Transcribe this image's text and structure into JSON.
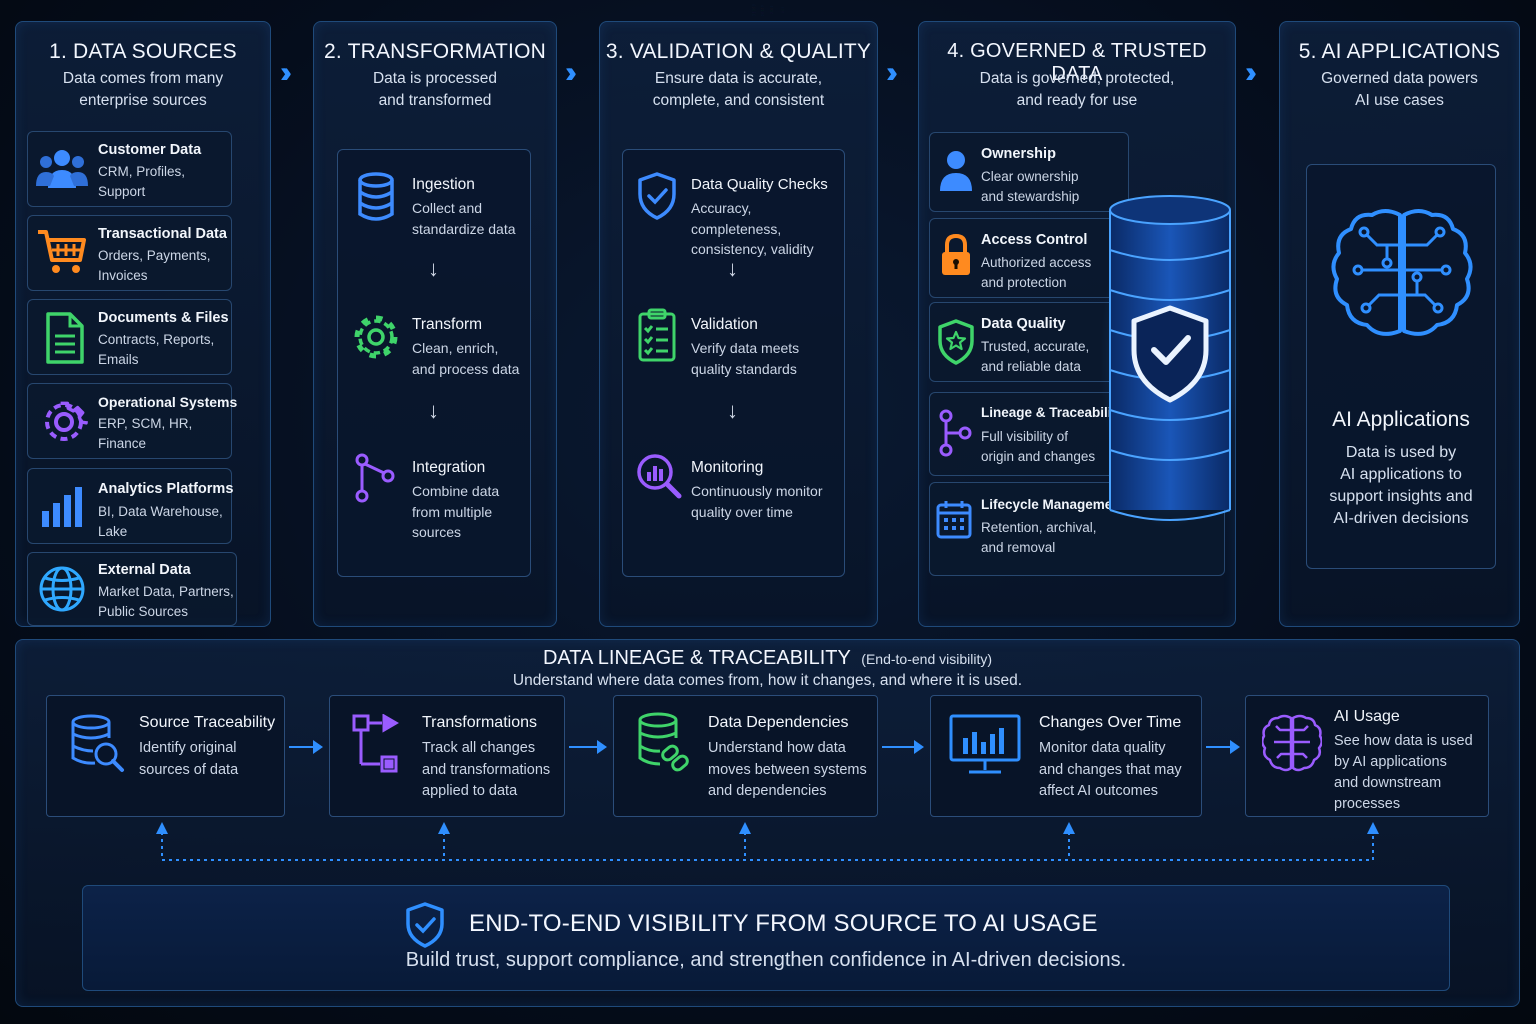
{
  "stages": [
    {
      "title": "1. DATA SOURCES",
      "subtitle_l1": "Data comes from many",
      "subtitle_l2": "enterprise sources"
    },
    {
      "title": "2. TRANSFORMATION",
      "subtitle_l1": "Data is processed",
      "subtitle_l2": "and transformed"
    },
    {
      "title": "3. VALIDATION & QUALITY",
      "subtitle_l1": "Ensure data is accurate,",
      "subtitle_l2": "complete, and consistent"
    },
    {
      "title": "4. GOVERNED & TRUSTED DATA",
      "subtitle_l1": "Data is governed, protected,",
      "subtitle_l2": "and ready for use"
    },
    {
      "title": "5. AI APPLICATIONS",
      "subtitle_l1": "Governed data powers",
      "subtitle_l2": "AI use cases"
    }
  ],
  "sources": [
    {
      "title": "Customer Data",
      "desc_l1": "CRM, Profiles,",
      "desc_l2": "Support",
      "icon": "users-icon",
      "color": "#3d8bff"
    },
    {
      "title": "Transactional Data",
      "desc_l1": "Orders, Payments,",
      "desc_l2": "Invoices",
      "icon": "cart-icon",
      "color": "#ff8a1f"
    },
    {
      "title": "Documents & Files",
      "desc_l1": "Contracts, Reports,",
      "desc_l2": "Emails",
      "icon": "document-icon",
      "color": "#3fd46a"
    },
    {
      "title": "Operational Systems",
      "desc_l1": "ERP, SCM, HR,",
      "desc_l2": "Finance",
      "icon": "gear-icon",
      "color": "#9a5cff"
    },
    {
      "title": "Analytics Platforms",
      "desc_l1": "BI, Data Warehouse,",
      "desc_l2": "Lake",
      "icon": "bar-chart-icon",
      "color": "#3d8bff"
    },
    {
      "title": "External Data",
      "desc_l1": "Market Data, Partners,",
      "desc_l2": "Public Sources",
      "icon": "globe-icon",
      "color": "#2fa8ff"
    }
  ],
  "transformation": [
    {
      "title": "Ingestion",
      "desc_l1": "Collect and",
      "desc_l2": "standardize data",
      "desc_l3": "",
      "icon": "database-icon"
    },
    {
      "title": "Transform",
      "desc_l1": "Clean, enrich,",
      "desc_l2": "and process data",
      "desc_l3": "",
      "icon": "gear-icon"
    },
    {
      "title": "Integration",
      "desc_l1": "Combine data",
      "desc_l2": "from multiple",
      "desc_l3": "sources",
      "icon": "merge-icon"
    }
  ],
  "validation": [
    {
      "title": "Data Quality Checks",
      "desc_l1": "Accuracy, completeness,",
      "desc_l2": "consistency, validity",
      "icon": "shield-check-icon"
    },
    {
      "title": "Validation",
      "desc_l1": "Verify data meets",
      "desc_l2": "quality standards",
      "icon": "checklist-icon"
    },
    {
      "title": "Monitoring",
      "desc_l1": "Continuously monitor",
      "desc_l2": "quality over time",
      "icon": "magnifier-chart-icon"
    }
  ],
  "governed": [
    {
      "title": "Ownership",
      "desc_l1": "Clear ownership",
      "desc_l2": "and stewardship",
      "icon": "person-icon"
    },
    {
      "title": "Access Control",
      "desc_l1": "Authorized access",
      "desc_l2": "and protection",
      "icon": "lock-icon"
    },
    {
      "title": "Data Quality",
      "desc_l1": "Trusted, accurate,",
      "desc_l2": "and reliable data",
      "icon": "badge-star-icon"
    },
    {
      "title": "Lineage & Traceability",
      "desc_l1": "Full visibility of",
      "desc_l2": "origin and changes",
      "icon": "lineage-icon"
    },
    {
      "title": "Lifecycle Management",
      "desc_l1": "Retention, archival,",
      "desc_l2": "and removal",
      "icon": "calendar-icon"
    }
  ],
  "ai": {
    "title": "AI Applications",
    "desc_l1": "Data is used by",
    "desc_l2": "AI applications to",
    "desc_l3": "support insights and",
    "desc_l4": "AI-driven decisions",
    "icon": "brain-icon"
  },
  "lineage": {
    "title": "DATA LINEAGE & TRACEABILITY",
    "title_note": "(End-to-end visibility)",
    "subtitle": "Understand where data comes from, how it changes, and where it is used.",
    "cards": [
      {
        "title": "Source Traceability",
        "desc_l1": "Identify original",
        "desc_l2": "sources of data",
        "desc_l3": "",
        "desc_l4": "",
        "icon": "database-search-icon"
      },
      {
        "title": "Transformations",
        "desc_l1": "Track all changes",
        "desc_l2": "and transformations",
        "desc_l3": "applied to data",
        "desc_l4": "",
        "icon": "flow-steps-icon"
      },
      {
        "title": "Data Dependencies",
        "desc_l1": "Understand how data",
        "desc_l2": "moves between systems",
        "desc_l3": "and dependencies",
        "desc_l4": "",
        "icon": "database-link-icon"
      },
      {
        "title": "Changes Over Time",
        "desc_l1": "Monitor data quality",
        "desc_l2": "and changes that may",
        "desc_l3": "affect AI outcomes",
        "desc_l4": "",
        "icon": "monitor-chart-icon"
      },
      {
        "title": "AI Usage",
        "desc_l1": "See how data is used",
        "desc_l2": "by AI applications",
        "desc_l3": "and downstream",
        "desc_l4": "processes",
        "icon": "brain-icon"
      }
    ]
  },
  "footer": {
    "title": "END-TO-END VISIBILITY FROM SOURCE TO AI USAGE",
    "subtitle": "Build trust, support compliance, and strengthen confidence in AI-driven decisions.",
    "icon": "shield-check-icon"
  },
  "colors": {
    "accent": "#2f8fff",
    "orange": "#ff8a1f",
    "green": "#3fd46a",
    "purple": "#9a5cff",
    "cyan": "#2fa8ff"
  }
}
